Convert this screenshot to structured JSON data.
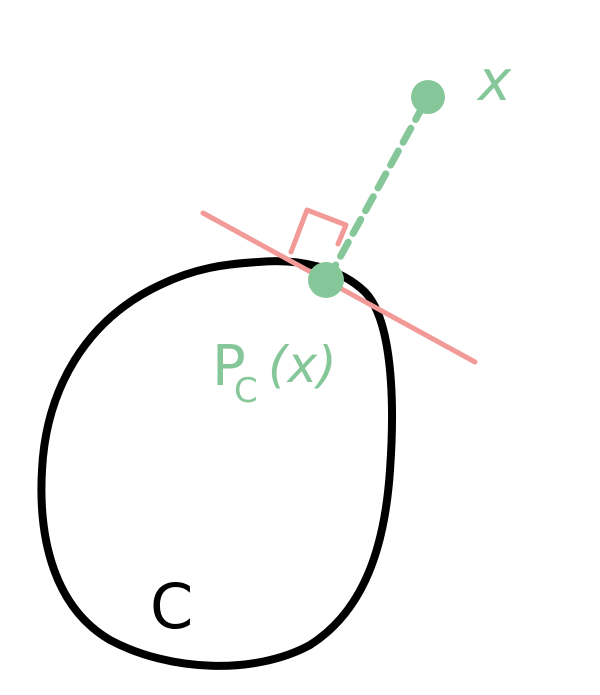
{
  "labels": {
    "point_x": "x",
    "projection": "P",
    "projection_subscript": "C",
    "projection_arg": "(x)",
    "set": "C"
  },
  "colors": {
    "set_outline": "#000000",
    "tangent_line": "#f29a98",
    "projection_green": "#86c79a",
    "background": "#ffffff"
  }
}
